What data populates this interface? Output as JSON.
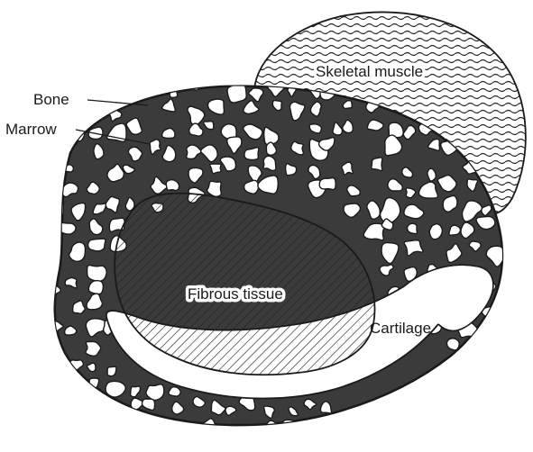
{
  "labels": {
    "bone": "Bone",
    "marrow": "Marrow",
    "skeletal_muscle": "Skeletal muscle",
    "fibrous_tissue": "Fibrous tissue",
    "cartilage": "Cartilage"
  },
  "colors": {
    "outline": "#1a1a1a",
    "marrow_fill": "#3b3b3b",
    "bone_fill": "#ffffff",
    "background": "#ffffff"
  }
}
